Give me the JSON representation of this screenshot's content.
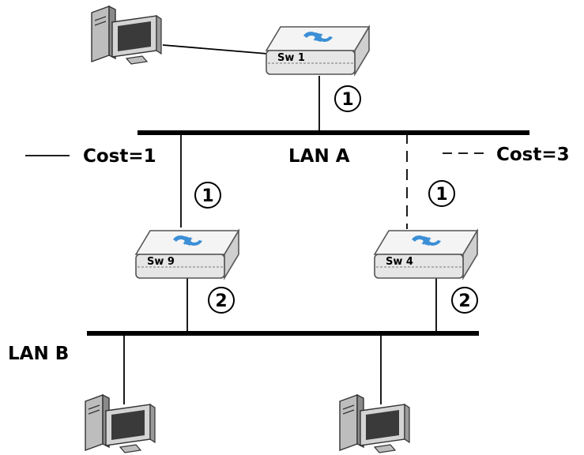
{
  "legend": {
    "solid_label": "Cost=1",
    "dashed_label": "Cost=3"
  },
  "lans": {
    "a": "LAN A",
    "b": "LAN B"
  },
  "switches": {
    "sw1": {
      "label": "Sw 1",
      "port": "1"
    },
    "sw9": {
      "label": "Sw 9",
      "port_top": "1",
      "port_bottom": "2"
    },
    "sw4": {
      "label": "Sw 4",
      "port_top": "1",
      "port_bottom": "2"
    }
  },
  "colors": {
    "line": "#000000",
    "switch_body": "#e6e6e6",
    "switch_edge": "#555555",
    "arrow": "#3b8fd6",
    "monitor_screen": "#3a3a3a",
    "monitor_frame": "#cfcfcf"
  }
}
